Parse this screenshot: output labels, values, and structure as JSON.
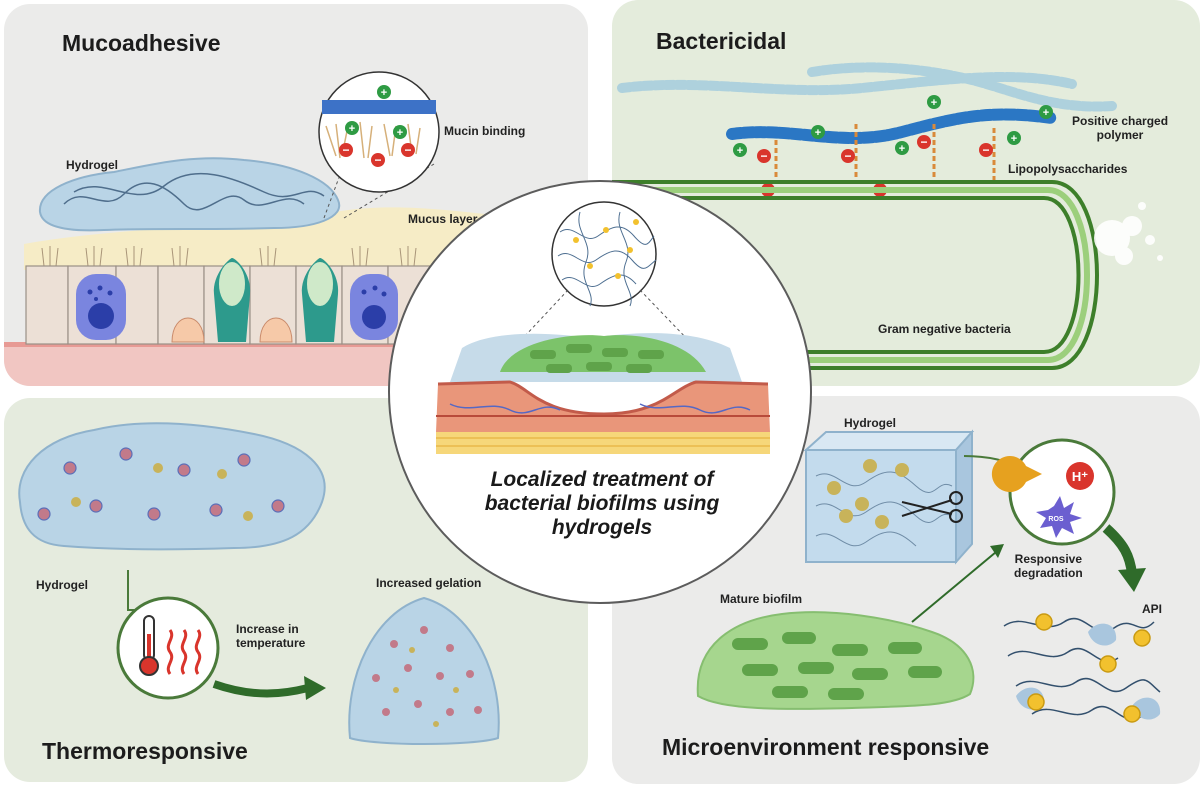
{
  "panels": {
    "mucoadhesive": {
      "title": "Mucoadhesive",
      "labels": {
        "hydrogel": "Hydrogel",
        "mucin_binding": "Mucin binding",
        "mucus_layer": "Mucus layer"
      }
    },
    "bactericidal": {
      "title": "Bactericidal",
      "labels": {
        "polymer": "Positive charged\npolymer",
        "lps": "Lipopolysaccharides",
        "bacteria": "Gram negative bacteria"
      }
    },
    "thermoresponsive": {
      "title": "Thermoresponsive",
      "labels": {
        "hydrogel": "Hydrogel",
        "temperature": "Increase in\ntemperature",
        "gelation": "Increased gelation"
      }
    },
    "microenvironment": {
      "title": "Microenvironment responsive",
      "labels": {
        "hydrogel": "Hydrogel",
        "biofilm": "Mature biofilm",
        "degradation": "Responsive\ndegradation",
        "api": "API",
        "proton": "H⁺",
        "ros": "ROS"
      }
    }
  },
  "center": {
    "title": "Localized treatment of\nbacterial biofilms using\nhydrogels"
  },
  "colors": {
    "panel_gray": "#ebebea",
    "panel_green": "#e4ecdc",
    "hydrogel_blue": "#b9d4e6",
    "biofilm_green": "#7cc36a",
    "negative_red": "#d9352c",
    "positive_green": "#2e9b43",
    "arrow_green": "#2f6b2a",
    "nanoparticle": "#f2c12e"
  },
  "icons": [
    "plus-charge-icon",
    "minus-charge-icon",
    "thermometer-icon",
    "heat-waves-icon",
    "scissors-icon",
    "enzyme-pacman-icon",
    "proton-icon",
    "ros-star-icon"
  ]
}
